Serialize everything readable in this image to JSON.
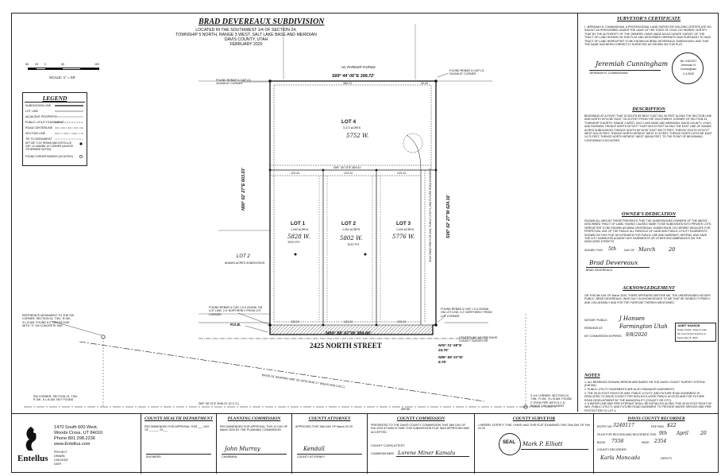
{
  "header": {
    "title": "BRAD DEVEREAUX SUBDIVISION",
    "line1": "LOCATED IN THE SOUTHWEST 1/4 OF SECTION 24,",
    "line2": "TOWNSHIP 5 NORTH, RANGE 3 WEST, SALT LAKE BASE AND MERIDIAN",
    "line3": "DAVIS COUNTY, UTAH",
    "line4": "FEBRUARY 2020"
  },
  "scale": {
    "label": "SCALE: 1\" = 50'",
    "ticks": [
      "50",
      "25",
      "0",
      "50",
      "100"
    ]
  },
  "legend": {
    "title": "LEGEND",
    "items": [
      "SUBDIVISION LINE",
      "LOT LINE",
      "ADJACENT PROPERTY",
      "PUBLIC UTILITY EASEMENT",
      "ROAD CENTERLINE",
      "SECTION LINE",
      "TIE TO MONUMENT",
      "SET 5/8\" X 24\" REBAR AND ENTELLUS CAP, LS #166385, AT CORNER (UNLESS OTHERWISE NOTED)",
      "FOUND CORNER MARKER (AS NOTED)"
    ]
  },
  "plat": {
    "adjacent_north": "HL PARKER FARMS",
    "adjacent_west": "LOT 2",
    "adjacent_west_sub": "ADAMS ACRES SUBDIVISION",
    "north_bearing": "S89° 44' 06\"E  399.72'",
    "west_bearing": "N00° 02' 27\"E  603.03'",
    "east_bearing": "S00° 02' 27\"W  624.16'",
    "inner_bearing": "S89° 40' 03\"E  369.51'",
    "south_bearing": "N89° 58' 02\"W  389.86'",
    "south_bearing2": "N00° 01' 58\"E",
    "south_dist2": "24.75'",
    "south_bearing3": "N89° 58' 02\"W",
    "south_dist3": "8.75'",
    "street": "2425 NORTH STREET",
    "pob": "P.O.B.",
    "centerline_note": "CENTERLINE AS PER DAVIS COUNTY SURVEYOR",
    "basis_of_bearing": "BASIS OF BEARING N89° 53' 09\"W 2649.17' (MEAS AND CALC)",
    "section_line": "S89° 58' 02\"E 2648.22' (D.C.S.)",
    "rebar_nw": "FOUND REBAR & CAP LS-204346 AT CORNER",
    "rebar_ne": "FOUND REBAR & CAP LS-204346 AT CORNER",
    "rebar_sw": "FOUND REBAR & CAP, LS # 204346, ON LOT LINE, 2.0' NORTHERLY FROM LOT CORNER",
    "rebar_se": "FOUND REBAR & CAP, LS # 204346, ON LOT LINE, 2.0' NORTHERLY FROM LOT CORNER",
    "ref_monument": "REFERENCE MONUMENT TO THE SW CORNER, SECTION 24, T.5N., R.3W., S.L.B.&M. FOUND 6.0\" BRASS DISK WITH \"X\" ON CONCRETE PAD",
    "sw_corner": "SW CORNER, SECTION 24, T.5N., R.3W., S.L.B.&M. NOT FOUND",
    "s14_corner": "S 1/4 CORNER, SECTION 24, T.5N., R.3W., S.L.B.&M. FOUND 2\" IRON PIPE WITH D.C.S. BRASS CAP MONUMENT",
    "lots": [
      {
        "name": "LOT 4",
        "area": "3.271 ACRES",
        "address": "5752 W."
      },
      {
        "name": "LOT 1",
        "area": "1.002 ACRES",
        "address": "5828 W."
      },
      {
        "name": "LOT 2",
        "area": "1.002 ACRES",
        "address": "5802 W."
      },
      {
        "name": "LOT 3",
        "area": "1.002 ACRES",
        "address": "5776 W."
      }
    ],
    "test_pits": [
      "TEST PIT",
      "TEST PIT"
    ],
    "road_row": "30.00' ROAD RIGHT-OF-WAY, PUBLIC UTILITY, AND FUTURE ROAD EASEMENT",
    "dist_labels": [
      "369.72",
      "30.00",
      "123.24",
      "123.24",
      "123.24",
      "123.24",
      "123.24",
      "123.24",
      "389.86"
    ]
  },
  "company": {
    "name": "Entellus",
    "address1": "1470 South 600 West,",
    "address2": "Woods Cross, UT 84010",
    "phone": "Phone 801.298.2236",
    "web": "www.Entellus.com",
    "project_lines": [
      "PROJECT",
      "DRAWN",
      "CHECKED",
      "DATE"
    ]
  },
  "surveyor_certificate": {
    "heading": "SURVEYOR'S CERTIFICATE",
    "body": "I, JEREMIAH N. CUNNINGHAM, A PROFESSIONAL LAND SURVEYOR HOLDING CERTIFICATE NO. 9161927 AS PRESCRIBED UNDER THE LAWS OF THE STATE OF UTAH, DO HEREBY CERTIFY THAT BY THE AUTHORITY OF THE OWNERS I HAVE MADE AN ACCURATE SURVEY OF THE TRACT OF LAND SHOWN ON THIS PLAT AND DESCRIBED HEREWITH AND PURSUANT TO SAID TRACT OF LAND HEREAFTER TO BE KNOWN AS BRAD DEVEREAUX SUBDIVISION, AND THAT THE SAME HAS BEEN CORRECTLY SURVEYED AS SHOWN ON THIS PLAT.",
    "signer": "JEREMIAH N. CUNNINGHAM",
    "seal_lines": [
      "No. 9161927",
      "Jeremiah N.",
      "Cunningham",
      "2-4-2020"
    ]
  },
  "description": {
    "heading": "DESCRIPTION",
    "body": "BEGINNING AT A POINT THAT IS SOUTH 89°58'02\" EAST 951.36 FEET ALONG THE SECTION LINE AND NORTH 00°01'58\" EAST 731.20 FEET FROM THE SOUTHWEST CORNER OF SECTION 24, TOWNSHIP 5 NORTH, RANGE 3 WEST, SALT LAKE BASE AND MERIDIAN, DAVIS COUNTY, UTAH; AND RUNNING THENCE NORTH 00°02'27\" EAST 603.03 FEET ALONG THE EAST LINE OF ADAMS ACRES SUBDIVISION; THENCE SOUTH 89°44'06\" EAST 399.72 FEET; THENCE SOUTH 00°02'27\" WEST 624.16 FEET; THENCE NORTH 89°58'02\" WEST 8.75 FEET; THENCE NORTH 00°01'58\" EAST 24.75 FEET; THENCE NORTH 89°58'02\" WEST 389.86 FEET, TO THE POINT OF BEGINNING, CONTAINING 5.513 ACRES"
  },
  "owners_dedication": {
    "heading": "OWNER'S DEDICATION",
    "body": "KNOWN ALL MEN BY THESE PRESENTS THAT THE UNDERSIGNED OWNERS OF THE ABOVE DESCRIBED TRACT OF LAND, HAVING CAUSED SAME TO BE SUBDIVIDED INTO PRIVATE LOTS, HEREAFTER TO BE KNOWN AS BRAD DEVEREAUX SUBDIVISION, DO HEREBY DEDICATE FOR PERPETUAL USE OF THE PUBLIC ALL PARCELS OF LAND AND PUBLIC UTILITY EASEMENTS SHOWN ON THIS PLAT AS INTENDED FOR PUBLIC USE AND WARRANT, DEFEND, AND SAVE THE CITY HARMLESS AGAINST ANY EASEMENTS OR OTHER ENCUMBRANCES ON THE DEDICATED STREETS.",
    "signed_label": "SIGNED THIS",
    "signed_day": "5th",
    "signed_day_label": "DAY OF",
    "signed_month": "March",
    "signed_year": "20",
    "signature": "Brad Devereaux",
    "signer": "BRAD DEVEREAUX"
  },
  "acknowledgement": {
    "heading": "ACKNOWLEDGEMENT",
    "body": "ON THIS 5th DAY OF March 2020, THERE APPEARED BEFORE ME, THE UNDERSIGNED NOTARY PUBLIC, BRAD DEVEREAUX, WHO DULY ACKNOWLEDGED TO ME THAT HE SIGNED IT FREELY AND VOLUNTARILY AND FOR THE PURPOSE THEREIN MENTIONED.",
    "notary_label": "NOTARY PUBLIC:",
    "notary_name": "J Hansen",
    "residing_label": "RESIDING AT:",
    "residing_value": "Farmington Utah",
    "expires_label": "MY COMMISSION EXPIRES:",
    "expires_value": "9/8/2020",
    "stamp_lines": [
      "JANET HANSON",
      "Notary Public, State of Utah",
      "My Commission Expires on",
      "September 8, 2020"
    ]
  },
  "notes": {
    "heading": "NOTES",
    "items": [
      "1. ALL BEARINGS SHOWN HEREON ARE BASED ON THE DAVIS COUNTY SURVEY SYSTEM (DATUM).",
      "2. PUBLIC UTILITY EASEMENTS ARE ALSO DRAINAGE EASEMENTS.",
      "3. THE 30.00-FOOT RIGHT-OF-WAY, PUBLIC UTILITY, AND FUTURE ROAD EASEMENT IS DEDICATED TO DAVIS COUNTY FOR NON-EXCLUSIVE PUBLIC ACCESS AND FOR FUTURE ROAD DEVELOPMENT BY THE MUNICIPALITY (COUNTY OR CITY).",
      "4. A WATER LINE AND FIRE HYDRANT SHALL BE INSTALLED ALONG THIS 30.00-FOOT RIGHT-OF-WAY, PUBLIC UTILITY, AND FUTURE ROAD EASEMENT TO PROVIDE WATER SERVICE AND FIRE PROTECTION TO LOT 4."
    ]
  },
  "approvals": {
    "health": {
      "heading": "COUNTY HEALTH DEPARTMENT",
      "text": "RECOMMENDED FOR APPROVAL THIS ___ DAY OF ______ 20___",
      "role": "ENGINEER"
    },
    "planning": {
      "heading": "PLANNING COMMISSION",
      "text": "RECOMMENDED FOR APPROVAL THIS 12 DAY OF March 2020 BY THE PLANNING COMMISSION",
      "day": "12",
      "month": "March",
      "year": "2020",
      "role": "CHAIRMAN"
    },
    "attorney": {
      "heading": "COUNTY ATTORNEY",
      "text": "APPROVED THIS 19th DAY OF March 20 20",
      "day": "19th",
      "month": "March",
      "year": "20",
      "role": "COUNTY ATTORNEY"
    },
    "commission": {
      "heading": "COUNTY COMMISSION",
      "text": "PRESENTED TO THE DAVIS COUNTY COMMISSION THIS 18th DAY OF Feb 2020 AT WHICH TIME THIS SUBDIVISION PLAT WAS APPROVED AND ACCEPTED.",
      "day": "18th",
      "month": "Feb",
      "year": "2020",
      "clerk": "COUNTY CLERK ATTEST:",
      "commissioner": "COMMISSIONER:"
    },
    "surveyor": {
      "heading": "COUNTY SURVEYOR",
      "text": "I HEREBY CERTIFY THAT I HAVE HAD THIS PLAT EXAMINED THIS 20th DAY OF Feb 20 20",
      "day": "20th",
      "month": "Feb",
      "year": "20",
      "seal": "SEAL"
    },
    "recorder": {
      "heading": "DAVIS COUNTY RECORDER",
      "entry_label": "ENTRY NO.",
      "entry": "3240117",
      "fee_label": "FEE PAID",
      "fee": "$22",
      "filed_text": "FILED FOR RECORD AND RECORDED THIS",
      "filed_day": "9th",
      "filed_month": "April",
      "filed_year": "20",
      "book_label": "BOOK",
      "book": "7558",
      "page_label": "PAGE",
      "page": "2354",
      "recorder_label": "COUNTY RECORDER",
      "recorder_sig": "Karla Moncada",
      "deputy_label": "DEPUTY"
    }
  }
}
